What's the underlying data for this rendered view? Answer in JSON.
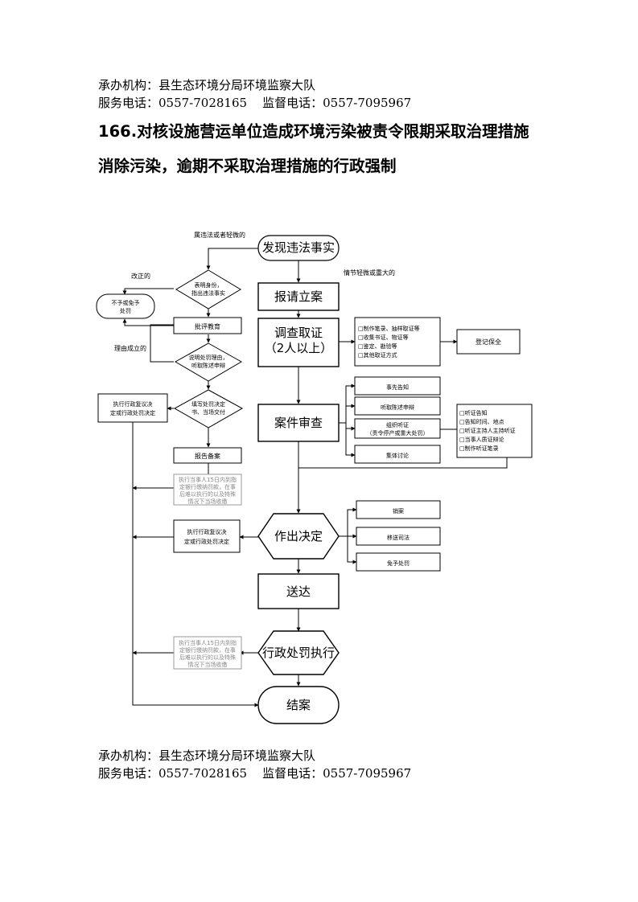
{
  "header": {
    "org": "承办机构：县生态环境分局环境监察大队",
    "phones": "服务电话：0557-7028165    监督电话：0557-7095967"
  },
  "title": {
    "line1": "166.对核设施营运单位造成环境污染被责令限期采取治理措施",
    "line2": "消除污染，逾期不采取治理措施的行政强制"
  },
  "flow": {
    "label_discover_source": "属违法或者轻微的",
    "start": "发现违法事实",
    "label_correct": "改正的",
    "label_minor": "情节轻微或重大的",
    "decision_identity_1": "表明身份，",
    "decision_identity_2": "指出违法事实",
    "no_penalty_1": "不予或免予",
    "no_penalty_2": "处罚",
    "file_case": "报请立案",
    "education": "批评教育",
    "reason_established": "理由成立的",
    "inform_reason_1": "说明处罚理由，",
    "inform_reason_2": "听取陈述申辩",
    "investigate_1": "调查取证",
    "investigate_2": "（2人以上）",
    "evidence_items": [
      "□制作笔录、抽样取证等",
      "□收集书证、物证等",
      "□鉴定、勘验等",
      "□其他取证方式"
    ],
    "register_preserve": "登记保全",
    "fill_decision_1": "填写处罚决定",
    "fill_decision_2": "书、当场交付",
    "exec_review_1": "执行行政复议决",
    "exec_review_2": "定或行政处罚决定",
    "prior_notice": "事先告知",
    "hear_defense": "听取陈述申辩",
    "hearing_1": "组织听证",
    "hearing_2": "（责令停产或重大处罚）",
    "collective_discussion": "集体讨论",
    "hearing_items": [
      "□听证告知",
      "□告知时间、地点",
      "□听证主持人主持听证",
      "□当事人质证辩论",
      "□制作听证笔录"
    ],
    "case_review": "案件审查",
    "report_record": "报告备案",
    "note_a_1": "执行当事人15日内到指",
    "note_a_2": "定银行缴纳罚款，在事",
    "note_a_3": "后难以执行的以及特殊",
    "note_a_4": "情况下当场收缴",
    "exec_review_b_1": "执行行政复议决",
    "exec_review_b_2": "定或行政处罚决定",
    "make_decision": "作出决定",
    "withdraw_case": "销案",
    "transfer": "移送司法",
    "exempt": "免予处罚",
    "deliver": "送达",
    "note_b_1": "执行当事人15日内到指",
    "note_b_2": "定银行缴纳罚款，在事",
    "note_b_3": "后难以执行的以及特殊",
    "note_b_4": "情况下当场收缴",
    "enforce": "行政处罚执行",
    "close_case": "结案"
  },
  "footer": {
    "org": "承办机构：县生态环境分局环境监察大队",
    "phones": "服务电话：0557-7028165    监督电话：0557-7095967"
  }
}
